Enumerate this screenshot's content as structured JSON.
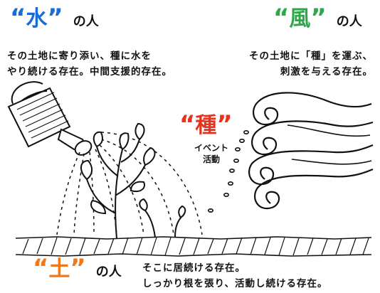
{
  "colors": {
    "water": "#1c6cd6",
    "wind": "#2ea84a",
    "seed": "#e8321c",
    "soil": "#f07818",
    "ink": "#111111"
  },
  "water": {
    "open_quote": "“",
    "keyword": "水",
    "close_quote": "”",
    "suffix": "の人",
    "lines": [
      "その土地に寄り添い、種に水を",
      "やり続ける存在。中間支援的存在。"
    ]
  },
  "wind": {
    "open_quote": "“",
    "keyword": "風",
    "close_quote": "”",
    "suffix": "の人",
    "lines": [
      "その土地に「種」を運ぶ、",
      "刺激を与える存在。"
    ]
  },
  "seed": {
    "open_quote": "“",
    "keyword": "種",
    "close_quote": "”",
    "lines": [
      "イベント",
      "活動"
    ]
  },
  "soil": {
    "open_quote": "“",
    "keyword": "土",
    "close_quote": "”",
    "suffix": "の人",
    "lines": [
      "そこに居続ける存在。",
      "しっかり根を張り、活動し続ける存在。"
    ]
  },
  "illustration": {
    "icons": [
      "watering-can-icon",
      "wind-swirl-icon",
      "seedling-icon",
      "soil-icon"
    ]
  }
}
